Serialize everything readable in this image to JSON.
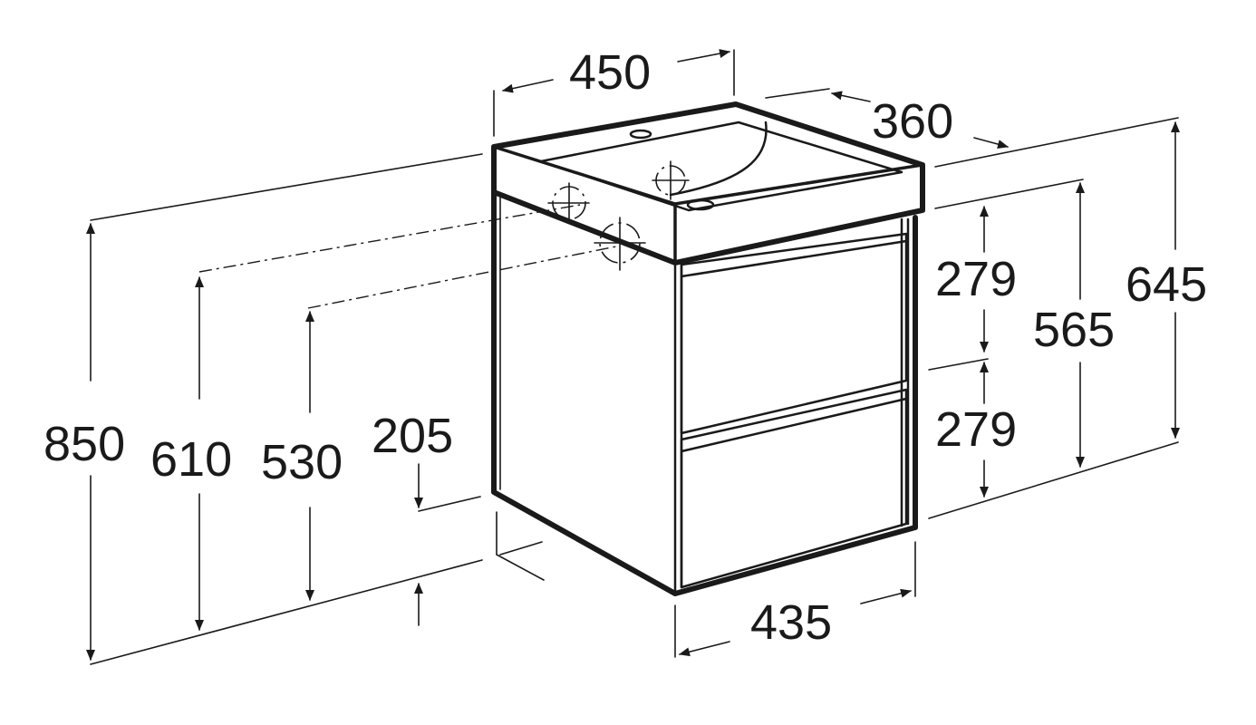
{
  "dimensions": {
    "width_top": "450",
    "depth": "360",
    "height_basin_total": "645",
    "height_cabinet": "565",
    "drawer_upper": "279",
    "drawer_lower": "279",
    "height_floor_total": "850",
    "height_waste_1": "610",
    "height_waste_2": "530",
    "height_under": "205",
    "width_cabinet": "435"
  }
}
